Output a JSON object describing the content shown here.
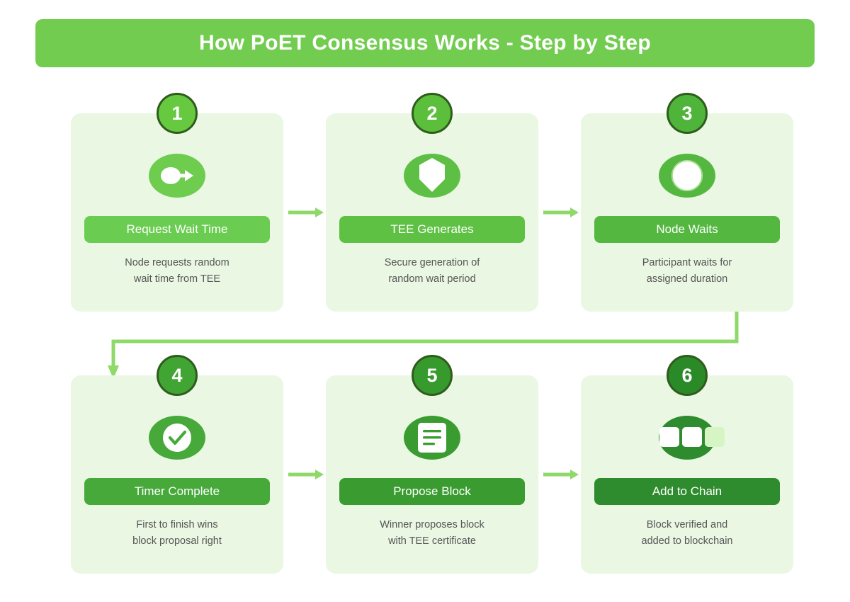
{
  "header": {
    "title": "How PoET Consensus Works - Step by Step",
    "banner_color": "#72cc50",
    "title_color": "#ffffff"
  },
  "theme": {
    "page_background": "#ffffff",
    "card_background": "#eaf7e3",
    "description_color": "#555555",
    "badge_border_color": "#2f5c1d",
    "arrow_color": "#8ed96a",
    "connector_color": "#8ed96a"
  },
  "diagram": {
    "type": "flowchart",
    "layout": "2 rows x 3 columns, left-to-right then wrap",
    "step_count": 6,
    "steps": [
      {
        "number": "1",
        "label": "Request Wait Time",
        "description_line1": "Node requests random",
        "description_line2": "wait time from TEE",
        "icon": "request-send-icon",
        "badge_color": "#66c93f",
        "bubble_color": "#6ecc4e",
        "pill_color": "#6bcc52"
      },
      {
        "number": "2",
        "label": "TEE Generates",
        "description_line1": "Secure generation of",
        "description_line2": "random wait period",
        "icon": "shield-icon",
        "badge_color": "#5bbf3c",
        "bubble_color": "#5dc045",
        "pill_color": "#5ec144"
      },
      {
        "number": "3",
        "label": "Node Waits",
        "description_line1": "Participant waits for",
        "description_line2": "assigned duration",
        "icon": "timer-clock-icon",
        "badge_color": "#4fb53a",
        "bubble_color": "#54b840",
        "pill_color": "#54b840"
      },
      {
        "number": "4",
        "label": "Timer Complete",
        "description_line1": "First to finish wins",
        "description_line2": "block proposal right",
        "icon": "check-circle-icon",
        "badge_color": "#41a534",
        "bubble_color": "#46a93a",
        "pill_color": "#46a93a"
      },
      {
        "number": "5",
        "label": "Propose Block",
        "description_line1": "Winner proposes block",
        "description_line2": "with TEE certificate",
        "icon": "document-icon",
        "badge_color": "#379a2d",
        "bubble_color": "#3a9c30",
        "pill_color": "#3a9c30"
      },
      {
        "number": "6",
        "label": "Add to Chain",
        "description_line1": "Block verified and",
        "description_line2": "added to blockchain",
        "icon": "blockchain-blocks-icon",
        "badge_color": "#2b8a28",
        "bubble_color": "#2e8b2e",
        "pill_color": "#2e8b2e"
      }
    ],
    "connectors": [
      {
        "name": "arrow-step1-to-step2",
        "from": "1",
        "to": "2",
        "direction": "right"
      },
      {
        "name": "arrow-step2-to-step3",
        "from": "2",
        "to": "3",
        "direction": "right"
      },
      {
        "name": "wrap-arrow-step3-to-step4",
        "from": "3",
        "to": "4",
        "direction": "down-left-down"
      },
      {
        "name": "arrow-step4-to-step5",
        "from": "4",
        "to": "5",
        "direction": "right"
      },
      {
        "name": "arrow-step5-to-step6",
        "from": "5",
        "to": "6",
        "direction": "right"
      }
    ]
  }
}
